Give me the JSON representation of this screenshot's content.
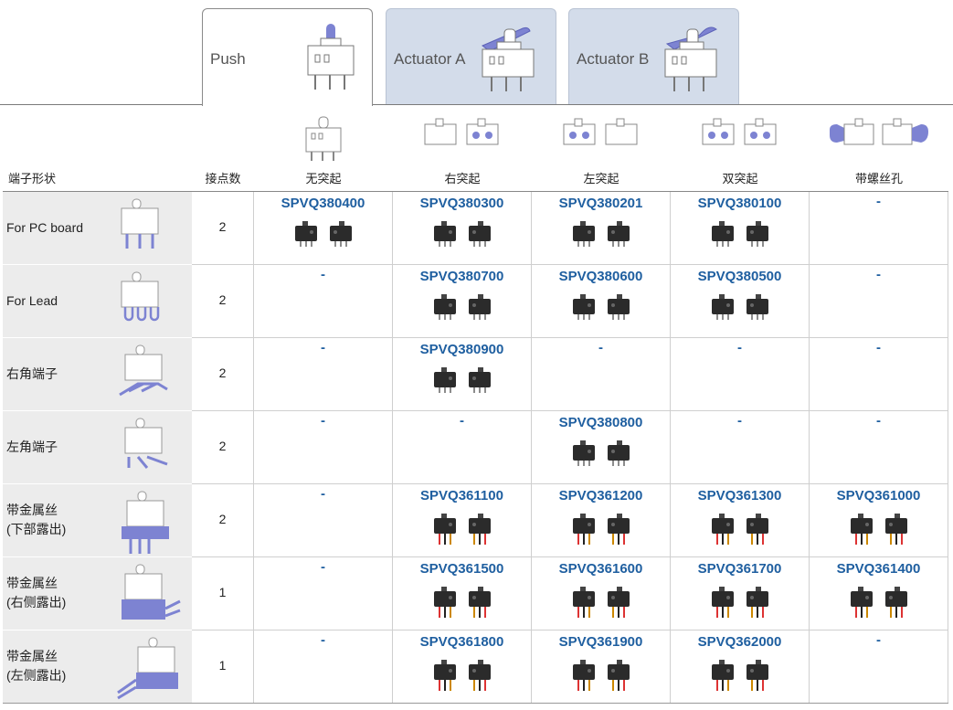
{
  "tabs": [
    {
      "label": "Push",
      "active": true,
      "icon": "switch-push-icon"
    },
    {
      "label": "Actuator A",
      "active": false,
      "icon": "switch-actuator-a-icon"
    },
    {
      "label": "Actuator B",
      "active": false,
      "icon": "switch-actuator-b-icon"
    }
  ],
  "colors": {
    "accent": "#7d83d2",
    "link": "#1f5fa0",
    "tab_inactive": "#d3dcea",
    "label_bg": "#ececec"
  },
  "header": {
    "terminal": "端子形状",
    "contacts": "接点数",
    "columns": [
      "无突起",
      "右突起",
      "左突起",
      "双突起",
      "带螺丝孔"
    ]
  },
  "rows": [
    {
      "terminal": "For PC board",
      "contacts": "2",
      "products": [
        "SPVQ380400",
        "SPVQ380300",
        "SPVQ380201",
        "SPVQ380100",
        "-"
      ]
    },
    {
      "terminal": "For Lead",
      "contacts": "2",
      "products": [
        "-",
        "SPVQ380700",
        "SPVQ380600",
        "SPVQ380500",
        "-"
      ]
    },
    {
      "terminal": "右角端子",
      "contacts": "2",
      "products": [
        "-",
        "SPVQ380900",
        "-",
        "-",
        "-"
      ]
    },
    {
      "terminal": "左角端子",
      "contacts": "2",
      "products": [
        "-",
        "-",
        "SPVQ380800",
        "-",
        "-"
      ]
    },
    {
      "terminal": "带金属丝\n(下部露出)",
      "contacts": "2",
      "products": [
        "-",
        "SPVQ361100",
        "SPVQ361200",
        "SPVQ361300",
        "SPVQ361000"
      ]
    },
    {
      "terminal": "带金属丝\n(右侧露出)",
      "contacts": "1",
      "products": [
        "-",
        "SPVQ361500",
        "SPVQ361600",
        "SPVQ361700",
        "SPVQ361400"
      ]
    },
    {
      "terminal": "带金属丝\n(左侧露出)",
      "contacts": "1",
      "products": [
        "-",
        "SPVQ361800",
        "SPVQ361900",
        "SPVQ362000",
        "-"
      ]
    }
  ]
}
